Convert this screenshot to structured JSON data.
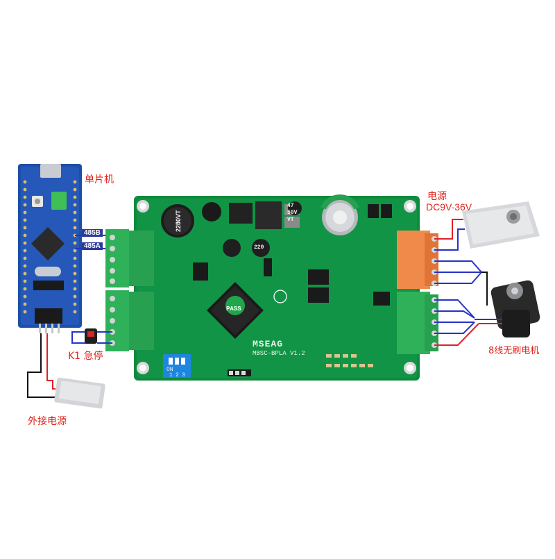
{
  "labels": {
    "mcu": "单片机",
    "power": "电源",
    "voltage": "DC9V-36V",
    "estop": "K1 急停",
    "motor": "8线无刷电机",
    "ext_power": "外接电源",
    "rs485b": "485B",
    "rs485a": "485A"
  },
  "board": {
    "brand": "MSEAG",
    "model": "MBSC-BPLA V1.2",
    "cap1": [
      "220",
      "50V",
      "VT"
    ],
    "cap2": [
      "47",
      "50V",
      "VT"
    ],
    "cap3": "220",
    "pass_mark": "PASS",
    "dip_labels": [
      "1",
      "2",
      "3"
    ],
    "dip_on": "ON"
  },
  "colors": {
    "pcb": "#0f8a3c",
    "terminal_green": "#2fb15a",
    "terminal_orange": "#f08a4b",
    "wire_blue": "#2733c7",
    "wire_red": "#e0202a",
    "wire_black": "#111111",
    "label_red": "#e2231a"
  }
}
